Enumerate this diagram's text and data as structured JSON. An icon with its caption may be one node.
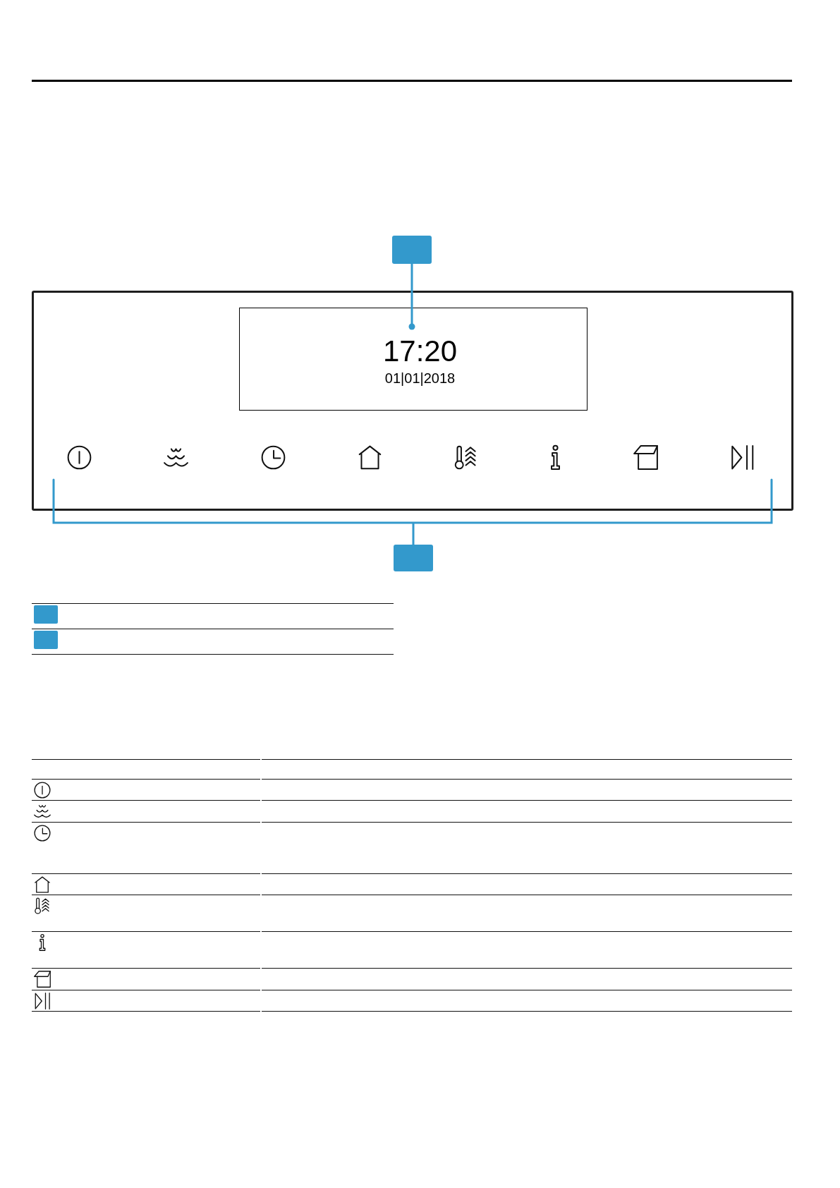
{
  "diagram": {
    "nodes": [
      {
        "text": [],
        "shape": "box"
      },
      {
        "text": [],
        "shape": "box"
      },
      {
        "text": [
          "17:20",
          "01|01|2018"
        ],
        "in": 1
      },
      {
        "text": [],
        "shape": "box"
      }
    ],
    "edges": [
      {
        "from": 0,
        "to": 2,
        "arrow": "other"
      },
      {
        "from": 3,
        "to": 1,
        "arrow": "none"
      }
    ]
  }
}
